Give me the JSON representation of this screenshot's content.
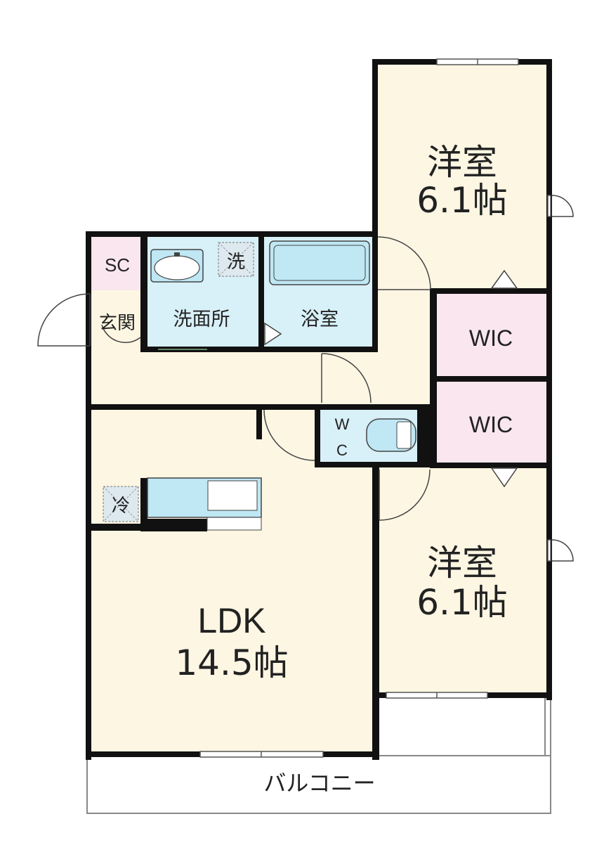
{
  "floorplan": {
    "rooms": {
      "western_room_top": {
        "name": "洋室",
        "size": "6.1帖"
      },
      "western_room_bottom": {
        "name": "洋室",
        "size": "6.1帖"
      },
      "ldk": {
        "name": "LDK",
        "size": "14.5帖"
      },
      "wic_top": {
        "name": "WIC"
      },
      "wic_bottom": {
        "name": "WIC"
      },
      "shoe_closet": {
        "name": "SC"
      },
      "entrance": {
        "name": "玄関"
      },
      "washroom": {
        "name": "洗面所"
      },
      "bathroom": {
        "name": "浴室"
      },
      "toilet": {
        "line1": "W",
        "line2": "C"
      },
      "balcony": {
        "name": "バルコニー"
      }
    },
    "fixtures": {
      "washing_machine": "洗",
      "refrigerator": "冷"
    },
    "colors": {
      "room_fill": "#fdf6e3",
      "wet_area_fill": "#d8f0f8",
      "closet_fill": "#f9e6ee",
      "wall": "#111111",
      "fixture_fill": "#bfe7f4"
    }
  }
}
